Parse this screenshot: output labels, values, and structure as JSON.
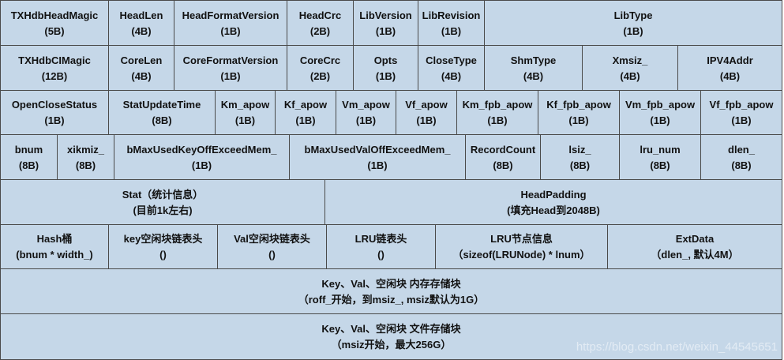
{
  "rows": [
    {
      "cells": [
        {
          "name": "TXHdbHeadMagic",
          "size": "(5B)"
        },
        {
          "name": "HeadLen",
          "size": "(4B)"
        },
        {
          "name": "HeadFormatVersion",
          "size": "(1B)"
        },
        {
          "name": "HeadCrc",
          "size": "(2B)"
        },
        {
          "name": "LibVersion",
          "size": "(1B)"
        },
        {
          "name": "LibRevision",
          "size": "(1B)"
        },
        {
          "name": "LibType",
          "size": "(1B)"
        }
      ]
    },
    {
      "cells": [
        {
          "name": "TXHdbCIMagic",
          "size": "(12B)"
        },
        {
          "name": "CoreLen",
          "size": "(4B)"
        },
        {
          "name": "CoreFormatVersion",
          "size": "(1B)"
        },
        {
          "name": "CoreCrc",
          "size": "(2B)"
        },
        {
          "name": "Opts",
          "size": "(1B)"
        },
        {
          "name": "CloseType",
          "size": "(4B)"
        },
        {
          "name": "ShmType",
          "size": "(4B)"
        },
        {
          "name": "Xmsiz_",
          "size": "(4B)"
        },
        {
          "name": "IPV4Addr",
          "size": "(4B)"
        }
      ]
    },
    {
      "cells": [
        {
          "name": "OpenCloseStatus",
          "size": "(1B)"
        },
        {
          "name": "StatUpdateTime",
          "size": "(8B)"
        },
        {
          "name": "Km_apow",
          "size": "(1B)"
        },
        {
          "name": "Kf_apow",
          "size": "(1B)"
        },
        {
          "name": "Vm_apow",
          "size": "(1B)"
        },
        {
          "name": "Vf_apow",
          "size": "(1B)"
        },
        {
          "name": "Km_fpb_apow",
          "size": "(1B)"
        },
        {
          "name": "Kf_fpb_apow",
          "size": "(1B)"
        },
        {
          "name": "Vm_fpb_apow",
          "size": "(1B)"
        },
        {
          "name": "Vf_fpb_apow",
          "size": "(1B)"
        }
      ]
    },
    {
      "cells": [
        {
          "name": "bnum",
          "size": "(8B)"
        },
        {
          "name": "xikmiz_",
          "size": "(8B)"
        },
        {
          "name": "bMaxUsedKeyOffExceedMem_",
          "size": "(1B)"
        },
        {
          "name": "bMaxUsedValOffExceedMem_",
          "size": "(1B)"
        },
        {
          "name": "RecordCount",
          "size": "(8B)"
        },
        {
          "name": "lsiz_",
          "size": "(8B)"
        },
        {
          "name": "lru_num",
          "size": "(8B)"
        },
        {
          "name": "dlen_",
          "size": "(8B)"
        }
      ]
    },
    {
      "cells": [
        {
          "name": "Stat（统计信息）",
          "size": "(目前1k左右)"
        },
        {
          "name": "HeadPadding",
          "size": "(填充Head到2048B)"
        }
      ]
    },
    {
      "cells": [
        {
          "name": "Hash桶",
          "size": "(bnum * width_)"
        },
        {
          "name": "key空闲块链表头",
          "size": "()"
        },
        {
          "name": "Val空闲块链表头",
          "size": "()"
        },
        {
          "name": "LRU链表头",
          "size": "()"
        },
        {
          "name": "LRU节点信息",
          "size": "（sizeof(LRUNode) * lnum）"
        },
        {
          "name": "ExtData",
          "size": "（dlen_, 默认4M）"
        }
      ]
    },
    {
      "cells": [
        {
          "name": "Key、Val、空闲块 内存存储块",
          "size": "（roff_开始，到msiz_, msiz默认为1G）"
        }
      ]
    },
    {
      "cells": [
        {
          "name": "Key、Val、空闲块 文件存储块",
          "size": "（msiz开始，最大256G）"
        }
      ]
    }
  ],
  "watermark": "https://blog.csdn.net/weixin_44545651",
  "colors": {
    "cell_fill": "#c5d7e8",
    "border": "#4a4a4a"
  }
}
